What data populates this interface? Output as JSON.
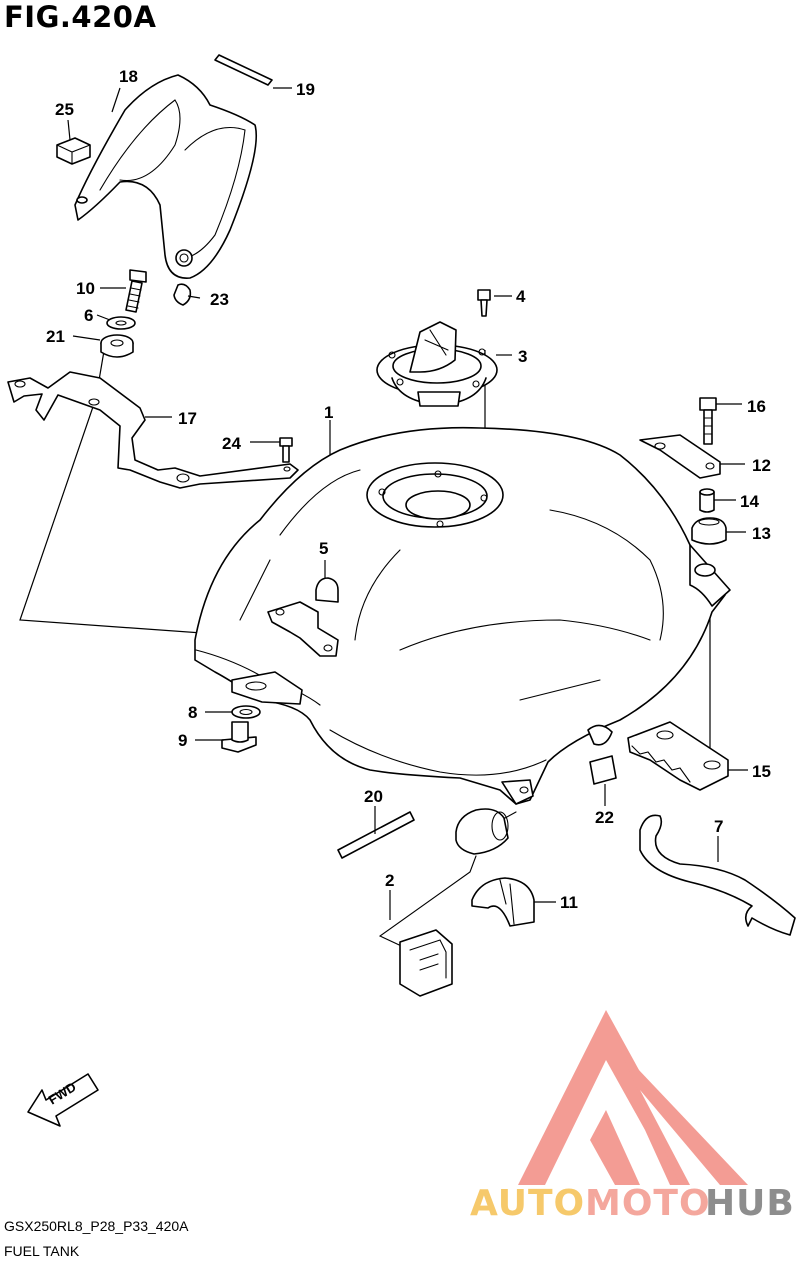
{
  "figure": {
    "title": "FIG.420A",
    "code": "GSX250RL8_P28_P33_420A",
    "caption": "FUEL TANK"
  },
  "callouts": {
    "c1": "1",
    "c2": "2",
    "c3": "3",
    "c4": "4",
    "c5": "5",
    "c6": "6",
    "c7": "7",
    "c8": "8",
    "c9": "9",
    "c10": "10",
    "c11": "11",
    "c12": "12",
    "c13": "13",
    "c14": "14",
    "c15": "15",
    "c16": "16",
    "c17": "17",
    "c18": "18",
    "c19": "19",
    "c20": "20",
    "c21": "21",
    "c22": "22",
    "c23": "23",
    "c24": "24",
    "c25": "25"
  },
  "direction": {
    "fwd": "FWD"
  },
  "watermark": {
    "part_auto": "AUTO",
    "part_moto": "MOTO",
    "part_hub": "HUB",
    "colors": {
      "logo": "#f28b82",
      "auto": "#f6c96b",
      "moto": "#f4a79d",
      "hub": "#8d8d8d"
    }
  }
}
